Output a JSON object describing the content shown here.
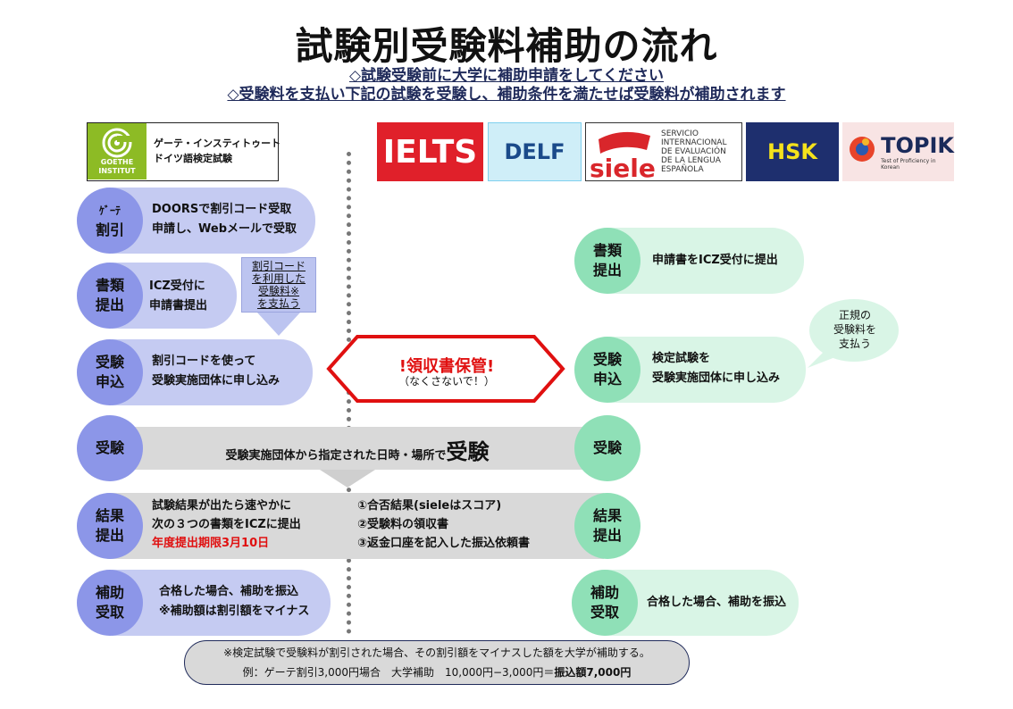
{
  "title": "試験別受験料補助の流れ",
  "subtitle1": "◇試験受験前に大学に補助申請をしてください",
  "subtitle2": "◇受験料を支払い下記の試験を受験し、補助条件を満たせば受験料が補助されます",
  "logos": {
    "goethe_logo_text": "GOETHE INSTITUT",
    "goethe_text_1": "ゲーテ・インスティトゥート",
    "goethe_text_2": "ドイツ語検定試験",
    "ielts": "IELTS",
    "delf": "DELF",
    "siele_word": "siele",
    "siele_desc": [
      "SERVICIO",
      "INTERNACIONAL",
      "DE EVALUACIÓN",
      "DE LA LENGUA",
      "ESPAÑOLA"
    ],
    "hsk": "HSK",
    "topik": "TOPIK",
    "topik_sub": "Test of Proficiency in Korean"
  },
  "left_steps": {
    "discount": {
      "label_1": "ｹﾞｰﾃ",
      "label_2": "割引",
      "line1": "DOORSで割引コード受取",
      "line2": "申請し、Webメールで受取"
    },
    "docs": {
      "label_1": "書類",
      "label_2": "提出",
      "line1": "ICZ受付に",
      "line2": "申請書提出"
    },
    "apply": {
      "label_1": "受験",
      "label_2": "申込",
      "line1": "割引コードを使って",
      "line2": "受験実施団体に申し込み"
    },
    "result": {
      "label_1": "結果",
      "label_2": "提出",
      "line1": "試験結果が出たら速やかに",
      "line2": "次の３つの書類をICZに提出",
      "deadline": "年度提出期限3月10日"
    },
    "receive": {
      "label_1": "補助",
      "label_2": "受取",
      "line1": "合格した場合、補助を振込",
      "line2": "※補助額は割引額をマイナス"
    }
  },
  "note_box": [
    "割引コード",
    "を利用した",
    "受験料※",
    "を支払う"
  ],
  "exam": {
    "label": "受験",
    "text_prefix": "受験実施団体から指定された日時・場所で",
    "text_big": "受験"
  },
  "result_docs": [
    "①合否結果(sieleはスコア)",
    "②受験料の領収書",
    "③返金口座を記入した振込依頼書"
  ],
  "receipt": {
    "title": "!領収書保管!",
    "sub": "（なくさないで！）"
  },
  "right_steps": {
    "docs": {
      "label_1": "書類",
      "label_2": "提出",
      "line1": "申請書をICZ受付に提出"
    },
    "apply": {
      "label_1": "受験",
      "label_2": "申込",
      "line1": "検定試験を",
      "line2": "受験実施団体に申し込み"
    },
    "exam": {
      "label": "受験"
    },
    "result": {
      "label_1": "結果",
      "label_2": "提出"
    },
    "receive": {
      "label_1": "補助",
      "label_2": "受取",
      "line1": "合格した場合、補助を振込"
    }
  },
  "bubble": [
    "正規の",
    "受験料を",
    "支払う"
  ],
  "footer": {
    "line1": "※検定試験で受験料が割引された場合、その割引額をマイナスした額を大学が補助する。",
    "line2": "例：ゲーテ割引3,000円場合　大学補助　10,000円−3,000円＝",
    "line2_bold": "振込額7,000円"
  },
  "colors": {
    "left_pill": "#c5cbf2",
    "left_circle": "#8c96e8",
    "right_pill": "#d9f5e6",
    "right_circle": "#8fe0b7",
    "accent_red": "#e01010",
    "band": "#d9d9d9"
  }
}
